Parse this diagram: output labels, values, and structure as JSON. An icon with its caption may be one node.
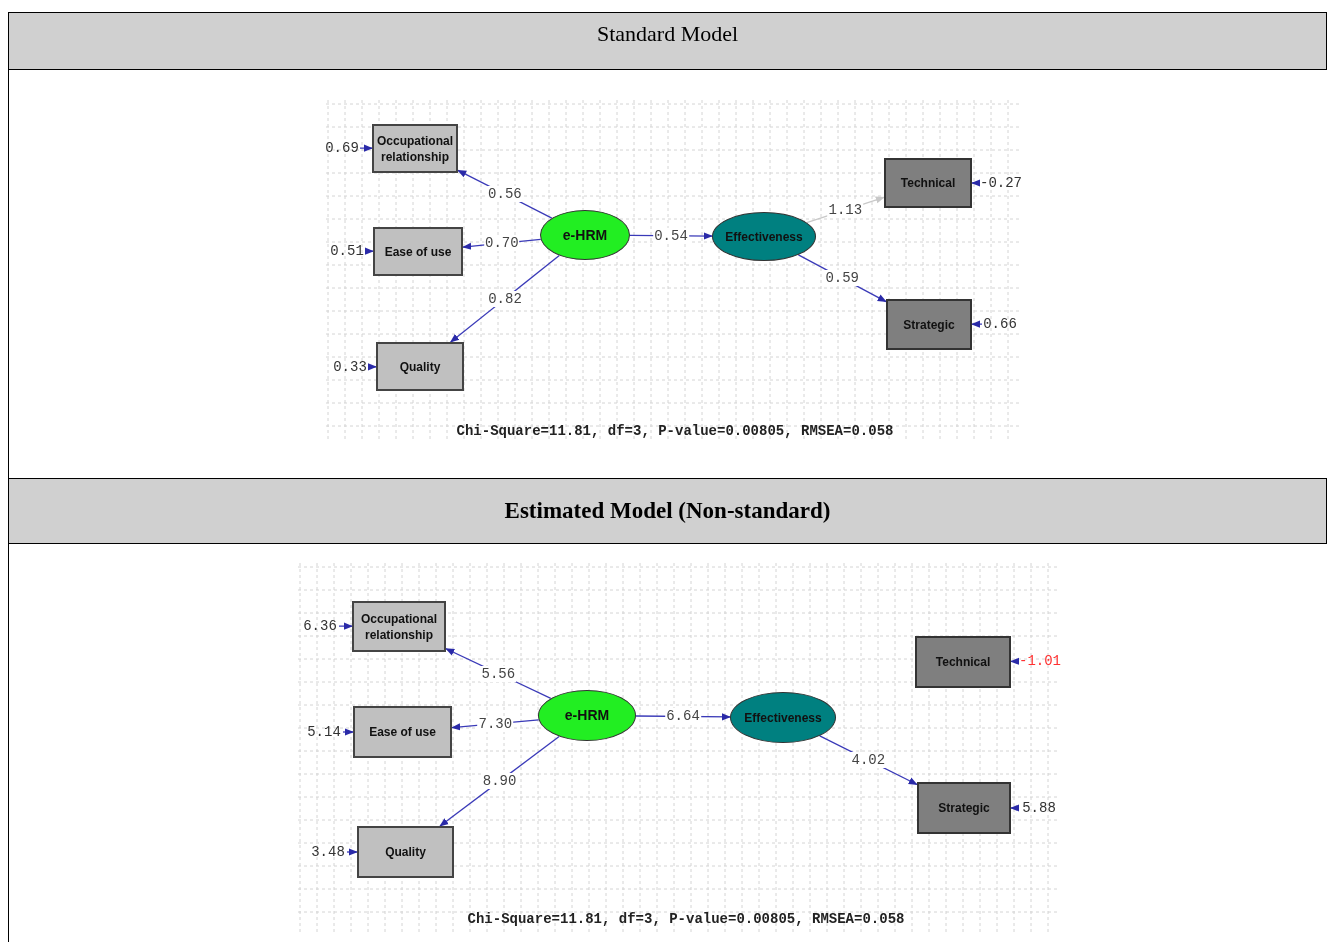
{
  "diagram": {
    "nodes": [
      {
        "text": [
          "Standard Model"
        ]
      },
      {
        "text": [
          "Occupational relationship"
        ]
      },
      {
        "text": [
          "Ease of use"
        ]
      },
      {
        "text": [
          "Quality"
        ]
      },
      {
        "text": [
          "e-HRM"
        ]
      },
      {
        "text": [
          "Effectiveness"
        ]
      },
      {
        "text": [
          "Technical"
        ]
      },
      {
        "text": [
          "Strategic"
        ]
      },
      {
        "text": [
          "0.69"
        ]
      },
      {
        "text": [
          "0.51"
        ]
      },
      {
        "text": [
          "0.33"
        ]
      },
      {
        "text": [
          "-0.27"
        ]
      },
      {
        "text": [
          "0.66"
        ]
      },
      {
        "text": [
          "Estimated Model (Non-standard)"
        ]
      },
      {
        "text": [
          "Occupational relationship"
        ]
      },
      {
        "text": [
          "Ease of use"
        ]
      },
      {
        "text": [
          "Quality"
        ]
      },
      {
        "text": [
          "e-HRM"
        ]
      },
      {
        "text": [
          "Effectiveness"
        ]
      },
      {
        "text": [
          "Technical"
        ]
      },
      {
        "text": [
          "Strategic"
        ]
      },
      {
        "text": [
          "6.36"
        ]
      },
      {
        "text": [
          "5.14"
        ]
      },
      {
        "text": [
          "3.48"
        ]
      },
      {
        "text": [
          "-1.01"
        ]
      },
      {
        "text": [
          "5.88"
        ]
      }
    ],
    "edges": [
      {
        "from": 4,
        "to": 1,
        "arrow": "to",
        "label": "0.56"
      },
      {
        "from": 4,
        "to": 2,
        "arrow": "to",
        "label": "0.70"
      },
      {
        "from": 4,
        "to": 3,
        "arrow": "to",
        "label": "0.82"
      },
      {
        "from": 4,
        "to": 5,
        "arrow": "to",
        "label": "0.54"
      },
      {
        "from": 5,
        "to": 6,
        "arrow": "to",
        "label": "1.13",
        "color": "#c8c8c8"
      },
      {
        "from": 5,
        "to": 7,
        "arrow": "to",
        "label": "0.59"
      },
      {
        "from": 8,
        "to": 1,
        "arrow": "to"
      },
      {
        "from": 9,
        "to": 2,
        "arrow": "to"
      },
      {
        "from": 10,
        "to": 3,
        "arrow": "to"
      },
      {
        "from": 11,
        "to": 6,
        "arrow": "to"
      },
      {
        "from": 12,
        "to": 7,
        "arrow": "to"
      },
      {
        "from": 17,
        "to": 14,
        "arrow": "to",
        "label": "5.56"
      },
      {
        "from": 17,
        "to": 15,
        "arrow": "to",
        "label": "7.30"
      },
      {
        "from": 17,
        "to": 16,
        "arrow": "to",
        "label": "8.90"
      },
      {
        "from": 17,
        "to": 18,
        "arrow": "to",
        "label": "6.64"
      },
      {
        "from": 18,
        "to": 20,
        "arrow": "to",
        "label": "4.02"
      },
      {
        "from": 21,
        "to": 14,
        "arrow": "to"
      },
      {
        "from": 22,
        "to": 15,
        "arrow": "to"
      },
      {
        "from": 23,
        "to": 16,
        "arrow": "to"
      },
      {
        "from": 24,
        "to": 19,
        "arrow": "to"
      },
      {
        "from": 25,
        "to": 20,
        "arrow": "to"
      }
    ],
    "labels": [
      "Chi-Square=11.81, df=3, P-value=0.00805, RMSEA=0.058",
      "Chi-Square=11.81, df=3, P-value=0.00805, RMSEA=0.058"
    ]
  }
}
